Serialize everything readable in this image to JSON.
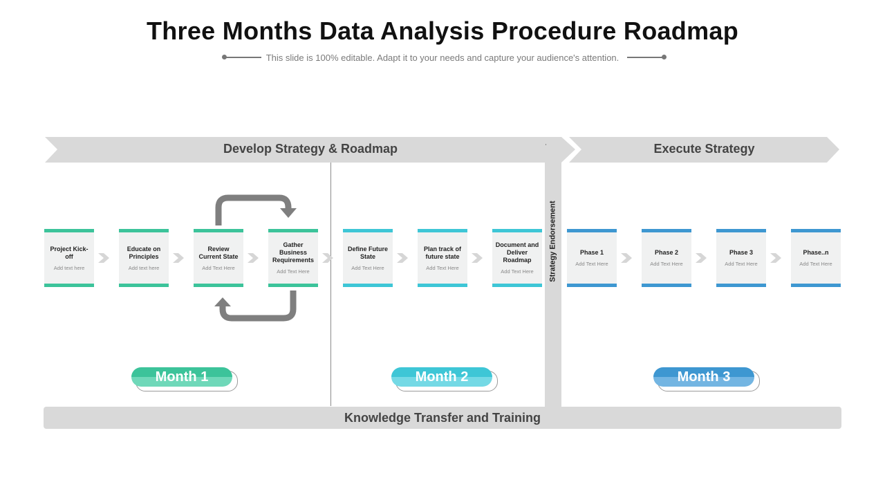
{
  "title": "Three Months Data Analysis Procedure Roadmap",
  "subtitle": "This slide is 100% editable. Adapt it to your needs and capture your audience's attention.",
  "banners": {
    "develop": "Develop Strategy & Roadmap",
    "execute": "Execute Strategy"
  },
  "endorsement": "Strategy Endorsement",
  "footer": "Knowledge Transfer and Training",
  "colors": {
    "green": "#3cc39a",
    "teal": "#3ec6d6",
    "blue": "#3e97d1",
    "banner": "#d9d9d9",
    "loop_arrow": "#7f7f7f"
  },
  "steps": [
    {
      "title": "Project Kick-off",
      "text": "Add text here"
    },
    {
      "title": "Educate on Principles",
      "text": "Add text here"
    },
    {
      "title": "Review Current State",
      "text": "Add Text Here"
    },
    {
      "title": "Gather Business Requirements",
      "text": "Add Text Here"
    },
    {
      "title": "Define Future State",
      "text": "Add Text Here"
    },
    {
      "title": "Plan track of future state",
      "text": "Add Text Here"
    },
    {
      "title": "Document and Deliver Roadmap",
      "text": "Add Text Here"
    },
    {
      "title": "Phase 1",
      "text": "Add Text Here"
    },
    {
      "title": "Phase 2",
      "text": "Add Text Here"
    },
    {
      "title": "Phase 3",
      "text": "Add Text Here"
    },
    {
      "title": "Phase..n",
      "text": "Add Text Here"
    }
  ],
  "months": [
    {
      "label": "Month 1"
    },
    {
      "label": "Month 2"
    },
    {
      "label": "Month 3"
    }
  ]
}
